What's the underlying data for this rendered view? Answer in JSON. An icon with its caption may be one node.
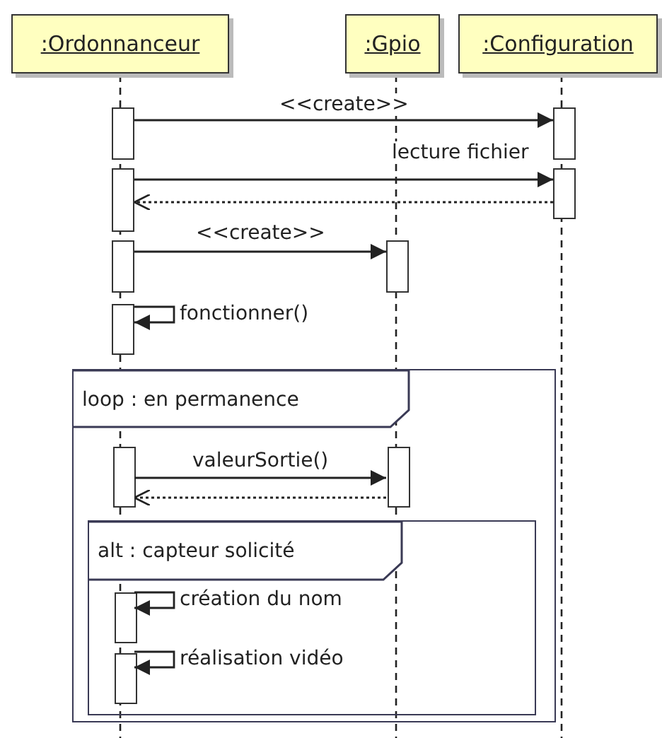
{
  "diagram": {
    "nodes": [
      {
        "text": [
          ":Ordonnanceur"
        ]
      },
      {
        "text": [
          ":Gpio"
        ]
      },
      {
        "text": [
          ":Configuration"
        ]
      },
      {
        "text": [
          "loop : en permanence"
        ]
      },
      {
        "text": [
          "alt : capteur solicité"
        ],
        "in": 3
      },
      {
        "text": [],
        "shape": "box"
      },
      {
        "text": [],
        "shape": "box"
      },
      {
        "text": [],
        "shape": "box"
      },
      {
        "text": [],
        "shape": "box"
      },
      {
        "text": [],
        "shape": "box"
      },
      {
        "text": [],
        "shape": "box"
      },
      {
        "text": [],
        "shape": "box"
      },
      {
        "text": [],
        "shape": "box",
        "in": 3
      },
      {
        "text": [],
        "shape": "box",
        "in": 3
      },
      {
        "text": [],
        "shape": "box",
        "in": 4
      },
      {
        "text": [],
        "shape": "box",
        "in": 4
      }
    ],
    "edges": [
      {
        "from": 5,
        "to": 6,
        "arrow": "to",
        "label": "<<create>>"
      },
      {
        "from": 7,
        "to": 8,
        "arrow": "to",
        "label": "lecture fichier"
      },
      {
        "from": 8,
        "to": 7,
        "arrow": "to",
        "style": "dashed"
      },
      {
        "from": 9,
        "to": 10,
        "arrow": "to",
        "label": "<<create>>"
      },
      {
        "from": 11,
        "to": 11,
        "arrow": "to",
        "label": "fonctionner()"
      },
      {
        "from": 12,
        "to": 13,
        "arrow": "to",
        "label": "valeurSortie()"
      },
      {
        "from": 13,
        "to": 12,
        "arrow": "to",
        "style": "dashed"
      },
      {
        "from": 14,
        "to": 14,
        "arrow": "to",
        "label": "création du nom"
      },
      {
        "from": 15,
        "to": 15,
        "arrow": "to",
        "label": "réalisation vidéo"
      }
    ]
  }
}
